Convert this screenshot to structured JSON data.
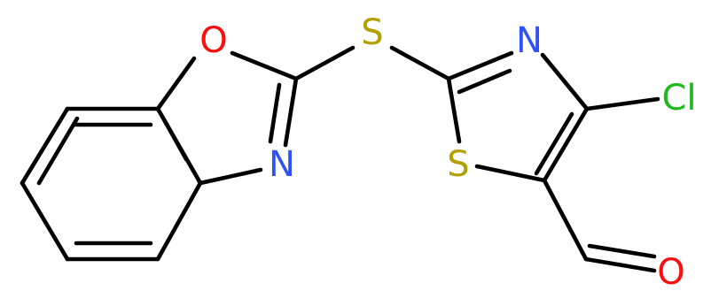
{
  "colors": {
    "bond": "#000000",
    "oxygen": "#ff0d0d",
    "nitrogen": "#3050f8",
    "sulfur": "#b2a000",
    "chlorine": "#1fb81f",
    "background": "#ffffff"
  },
  "atoms": {
    "o_benzoxazole": "O",
    "n_benzoxazole": "N",
    "s_linker": "S",
    "n_thiazole": "N",
    "s_thiazole": "S",
    "cl": "Cl",
    "o_aldehyde": "O"
  }
}
